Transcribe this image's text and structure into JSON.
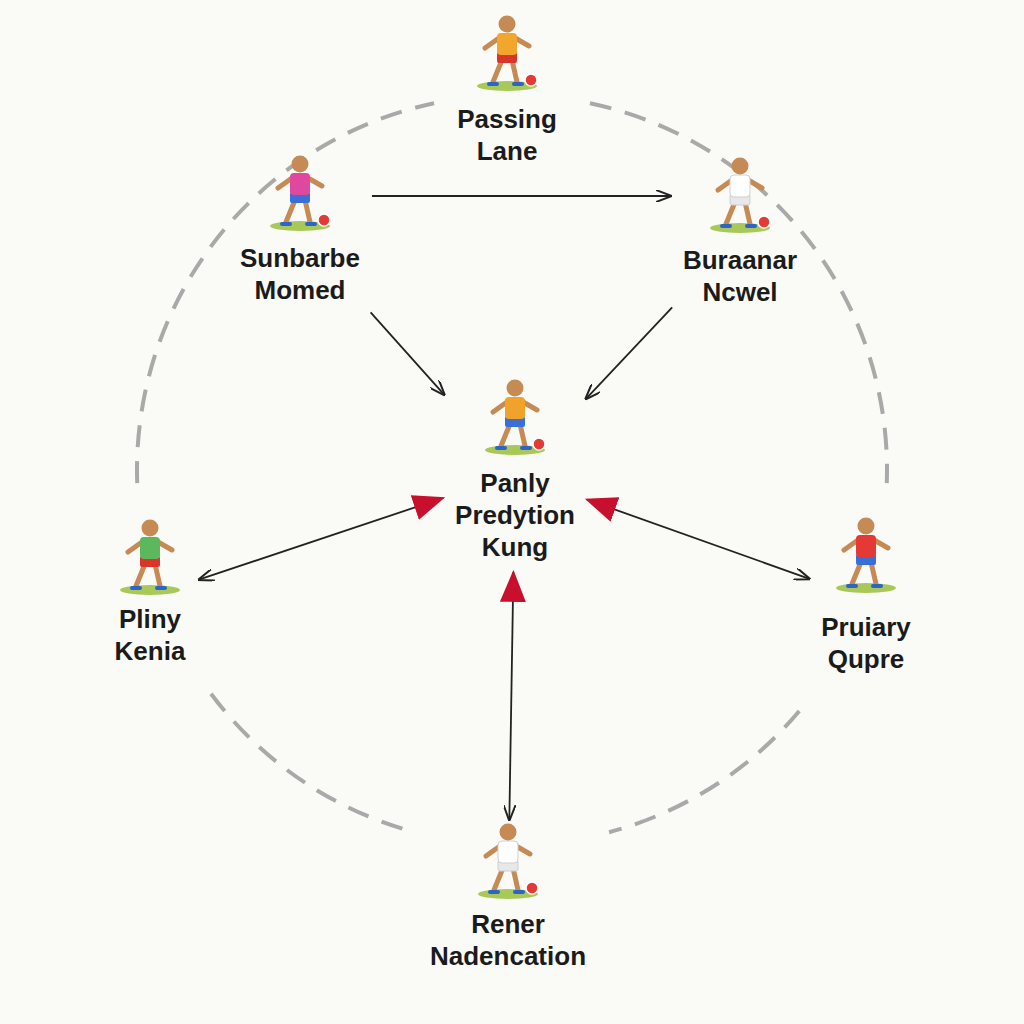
{
  "diagram": {
    "nodes": [
      {
        "text": [
          "Passing Lane"
        ]
      },
      {
        "text": [
          "Sunbarbe Momed"
        ]
      },
      {
        "text": [
          "Buraanar Ncwel"
        ]
      },
      {
        "text": [
          "Panly Predytion Kung"
        ]
      },
      {
        "text": [
          "Pliny Kenia"
        ]
      },
      {
        "text": [
          "Pruiary Qupre"
        ]
      },
      {
        "text": [
          "Rener Nadencation"
        ]
      }
    ],
    "edges": [
      {
        "from": 1,
        "to": 2,
        "arrow": "to"
      },
      {
        "from": 1,
        "to": 3,
        "arrow": "to"
      },
      {
        "from": 2,
        "to": 3,
        "arrow": "to"
      },
      {
        "from": 4,
        "to": 3,
        "arrow": "both"
      },
      {
        "from": 5,
        "to": 3,
        "arrow": "both"
      },
      {
        "from": 6,
        "to": 3,
        "arrow": "both"
      }
    ]
  }
}
